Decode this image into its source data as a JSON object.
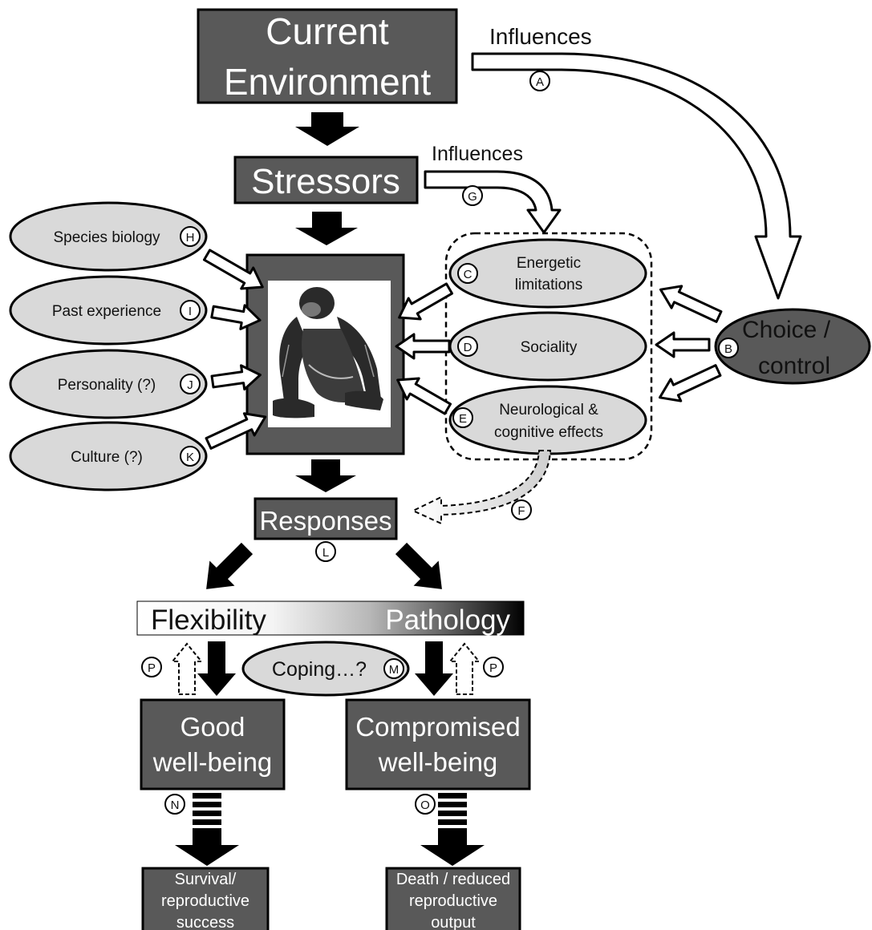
{
  "boxes": {
    "current_env_line1": "Current",
    "current_env_line2": "Environment",
    "stressors": "Stressors",
    "responses": "Responses",
    "good_line1": "Good",
    "good_line2": "well-being",
    "comp_line1": "Compromised",
    "comp_line2": "well-being",
    "survival_line1": "Survival/",
    "survival_line2": "reproductive",
    "survival_line3": "success",
    "death_line1": "Death / reduced",
    "death_line2": "reproductive",
    "death_line3": "output"
  },
  "influences": {
    "top": "Influences",
    "mid": "Influences"
  },
  "ovals_left": {
    "species": "Species biology",
    "past": "Past experience",
    "personality": "Personality (?)",
    "culture": "Culture (?)"
  },
  "ovals_right": {
    "energetic_line1": "Energetic",
    "energetic_line2": "limitations",
    "sociality": "Sociality",
    "neuro_line1": "Neurological &",
    "neuro_line2": "cognitive effects"
  },
  "choice": {
    "line1": "Choice /",
    "line2": "control"
  },
  "spectrum": {
    "left": "Flexibility",
    "right": "Pathology"
  },
  "coping": "Coping…?",
  "badges": {
    "A": "A",
    "B": "B",
    "C": "C",
    "D": "D",
    "E": "E",
    "F": "F",
    "G": "G",
    "H": "H",
    "I": "I",
    "J": "J",
    "K": "K",
    "L": "L",
    "M": "M",
    "N": "N",
    "O": "O",
    "P1": "P",
    "P2": "P"
  },
  "icons": {
    "chimp": "chimpanzee-illustration"
  },
  "colors": {
    "box_fill": "#595959",
    "oval_fill": "#d9d9d9",
    "arrow_solid": "#000000"
  }
}
